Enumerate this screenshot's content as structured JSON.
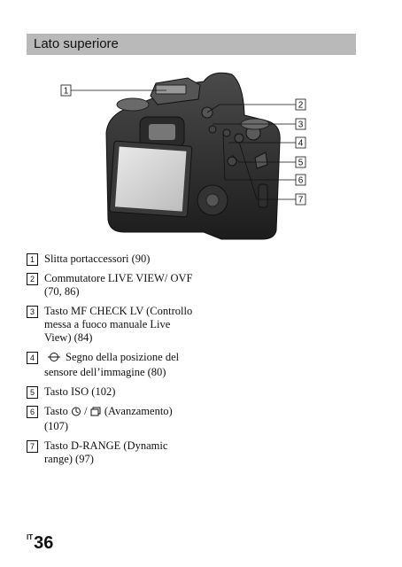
{
  "section": {
    "title": "Lato superiore"
  },
  "figure": {
    "callouts": [
      "1",
      "2",
      "3",
      "4",
      "5",
      "6",
      "7"
    ]
  },
  "items": [
    {
      "num": "1",
      "text": "Slitta portaccessori (90)"
    },
    {
      "num": "2",
      "text": "Commutatore LIVE VIEW/ OVF (70, 86)"
    },
    {
      "num": "3",
      "text": "Tasto MF CHECK LV (Controllo messa a fuoco manuale Live View) (84)"
    },
    {
      "num": "4",
      "text_after_icon": "Segno della posizione del sensore dell’immagine (80)",
      "icon": "image-sensor-position-icon"
    },
    {
      "num": "5",
      "text": "Tasto ISO (102)"
    },
    {
      "num": "6",
      "text_prefix": "Tasto",
      "text_suffix": "(Avanzamento) (107)",
      "icons": [
        "self-timer-icon",
        "continuous-shooting-icon"
      ],
      "separator": "/"
    },
    {
      "num": "7",
      "text": "Tasto D-RANGE (Dynamic range) (97)"
    }
  ],
  "page": {
    "lang_code": "IT",
    "number": "36"
  }
}
